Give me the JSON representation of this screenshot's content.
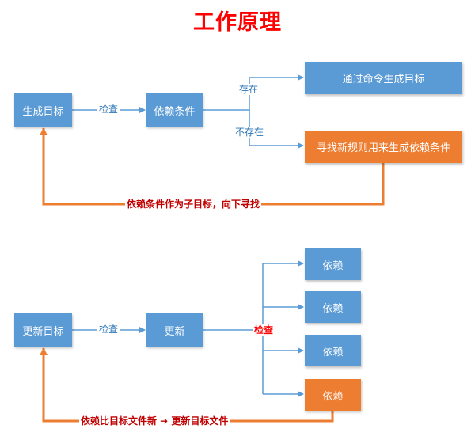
{
  "title": "工作原理",
  "colors": {
    "title": "#ff0000",
    "box_blue": "#5b9bd5",
    "box_orange": "#ed7d31",
    "line_blue": "#5b9bd5",
    "line_orange": "#ed7d31"
  },
  "top": {
    "generate_target": "生成目标",
    "check": "检查",
    "dependency": "依赖条件",
    "exists": "存在",
    "not_exists": "不存在",
    "generate_by_command": "通过命令生成目标",
    "find_new_rule": "寻找新规则用来生成依赖条件",
    "feedback": "依赖条件作为子目标，向下寻找"
  },
  "bottom": {
    "update_target": "更新目标",
    "check": "检查",
    "update": "更新",
    "check2": "检查",
    "deps": [
      "依赖",
      "依赖",
      "依赖",
      "依赖"
    ],
    "feedback": "依赖比目标文件新 ➔ 更新目标文件"
  }
}
